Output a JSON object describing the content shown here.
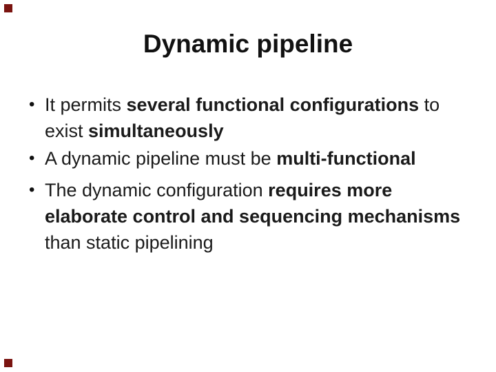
{
  "slide": {
    "background_color": "#ffffff",
    "text_color": "#1a1a1a",
    "title": {
      "text": "Dynamic pipeline",
      "color": "#111111"
    },
    "bullet_glyph": "•",
    "bullets": [
      {
        "lines": [
          [
            {
              "text": "It permits ",
              "bold": false
            },
            {
              "text": "several functional configurations",
              "bold": true
            },
            {
              "text": " to",
              "bold": false
            }
          ],
          [
            {
              "text": "exist ",
              "bold": false
            },
            {
              "text": "simultaneously",
              "bold": true
            }
          ]
        ]
      },
      {
        "lines": [
          [
            {
              "text": "A dynamic pipeline must be ",
              "bold": false
            },
            {
              "text": "multi-functional",
              "bold": true
            }
          ]
        ]
      },
      {
        "lines": [
          [
            {
              "text": "The dynamic configuration ",
              "bold": false
            },
            {
              "text": "requires more",
              "bold": true
            }
          ],
          [
            {
              "text": "elaborate control and sequencing mechanisms",
              "bold": true
            }
          ],
          [
            {
              "text": "than static pipelining",
              "bold": false
            }
          ]
        ]
      }
    ],
    "corner_marks": {
      "color": "#7a1410",
      "positions": [
        "top-left",
        "bottom-left"
      ]
    }
  }
}
